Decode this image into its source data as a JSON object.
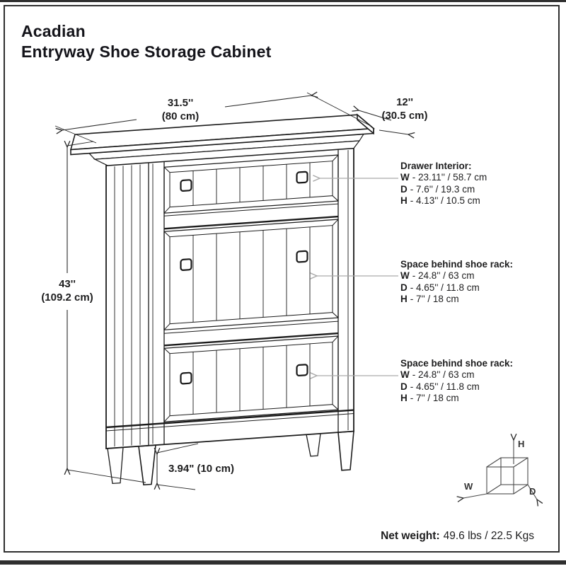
{
  "title": {
    "line1": "Acadian",
    "line2": "Entryway Shoe Storage Cabinet"
  },
  "dimensions": {
    "width": {
      "inches": "31.5''",
      "metric": "(80 cm)"
    },
    "depth": {
      "inches": "12''",
      "metric": "(30.5 cm)"
    },
    "height": {
      "inches": "43''",
      "metric": "(109.2 cm)"
    },
    "leg_height": {
      "text": "3.94\" (10 cm)"
    }
  },
  "callouts": [
    {
      "title": "Drawer Interior:",
      "lines": [
        {
          "label": "W",
          "value": "- 23.11'' / 58.7 cm"
        },
        {
          "label": "D",
          "value": "- 7.6'' / 19.3 cm"
        },
        {
          "label": "H",
          "value": "- 4.13'' / 10.5 cm"
        }
      ]
    },
    {
      "title": "Space behind shoe rack:",
      "lines": [
        {
          "label": "W",
          "value": "- 24.8'' / 63 cm"
        },
        {
          "label": "D",
          "value": "- 4.65'' / 11.8 cm"
        },
        {
          "label": "H",
          "value": "- 7'' / 18 cm"
        }
      ]
    },
    {
      "title": "Space behind shoe rack:",
      "lines": [
        {
          "label": "W",
          "value": "- 24.8'' / 63 cm"
        },
        {
          "label": "D",
          "value": "- 4.65'' / 11.8 cm"
        },
        {
          "label": "H",
          "value": "- 7'' / 18 cm"
        }
      ]
    }
  ],
  "axis_cube": {
    "w": "W",
    "h": "H",
    "d": "D"
  },
  "net_weight": {
    "label": "Net weight:",
    "value": "49.6 lbs / 22.5 Kgs"
  },
  "colors": {
    "line": "#1b1b1b",
    "leader": "#ababab",
    "text": "#1d1d1e",
    "frame": "#2f2f2f"
  }
}
